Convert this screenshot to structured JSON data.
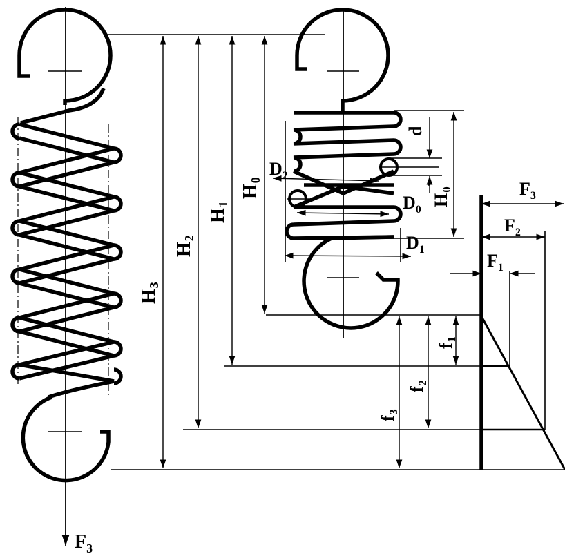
{
  "labels": {
    "H0": {
      "main": "H",
      "sub": "0"
    },
    "H1": {
      "main": "H",
      "sub": "1"
    },
    "H2": {
      "main": "H",
      "sub": "2"
    },
    "H3": {
      "main": "H",
      "sub": "3"
    },
    "H0p": {
      "main": "H",
      "sub": "0",
      "prime": "'"
    },
    "D0": {
      "main": "D",
      "sub": "0"
    },
    "D1": {
      "main": "D",
      "sub": "1"
    },
    "D2": {
      "main": "D",
      "sub": "2"
    },
    "d": {
      "main": "d"
    },
    "F1": {
      "main": "F",
      "sub": "1"
    },
    "F2": {
      "main": "F",
      "sub": "2"
    },
    "F3": {
      "main": "F",
      "sub": "3"
    },
    "F3load": {
      "main": "F",
      "sub": "3"
    },
    "f1": {
      "main": "f",
      "sub": "1"
    },
    "f2": {
      "main": "f",
      "sub": "2"
    },
    "f3": {
      "main": "f",
      "sub": "3"
    }
  },
  "colors": {
    "ink": "#000000",
    "background": "#ffffff"
  }
}
